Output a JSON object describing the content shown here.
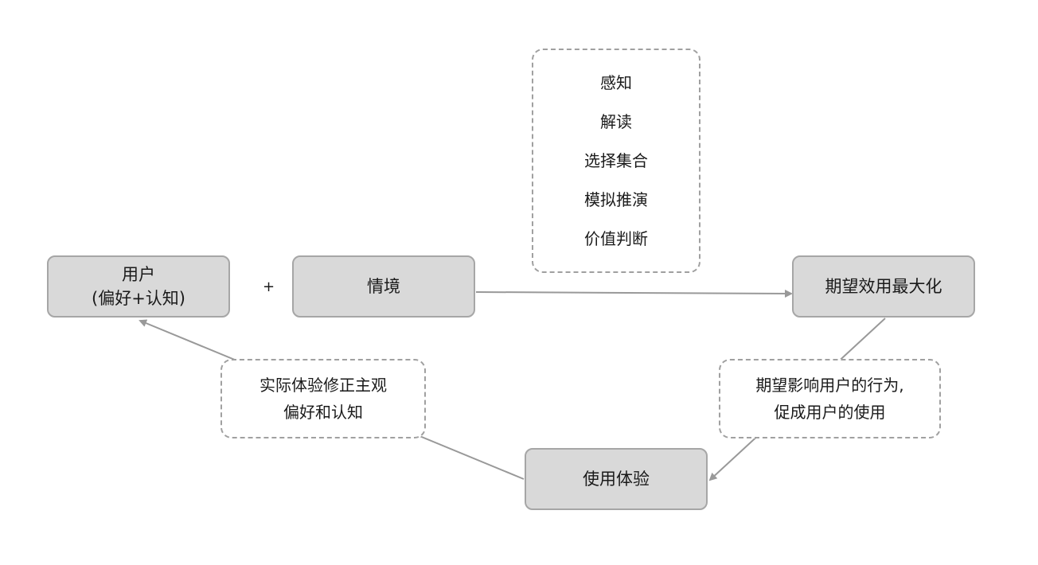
{
  "nodes": {
    "user": {
      "line1": "用户",
      "line2": "(偏好+认知)"
    },
    "plus": "+",
    "context": "情境",
    "maximize": "期望效用最大化",
    "experience": "使用体验"
  },
  "notes": {
    "process": [
      "感知",
      "解读",
      "选择集合",
      "模拟推演",
      "价值判断"
    ],
    "expectation": [
      "期望影响用户的行为,",
      "促成用户的使用"
    ],
    "correction": [
      "实际体验修正主观",
      "偏好和认知"
    ]
  },
  "colors": {
    "node_fill": "#d9d9d9",
    "node_border": "#a6a6a6",
    "arrow": "#999999",
    "note_border": "#a0a0a0"
  }
}
